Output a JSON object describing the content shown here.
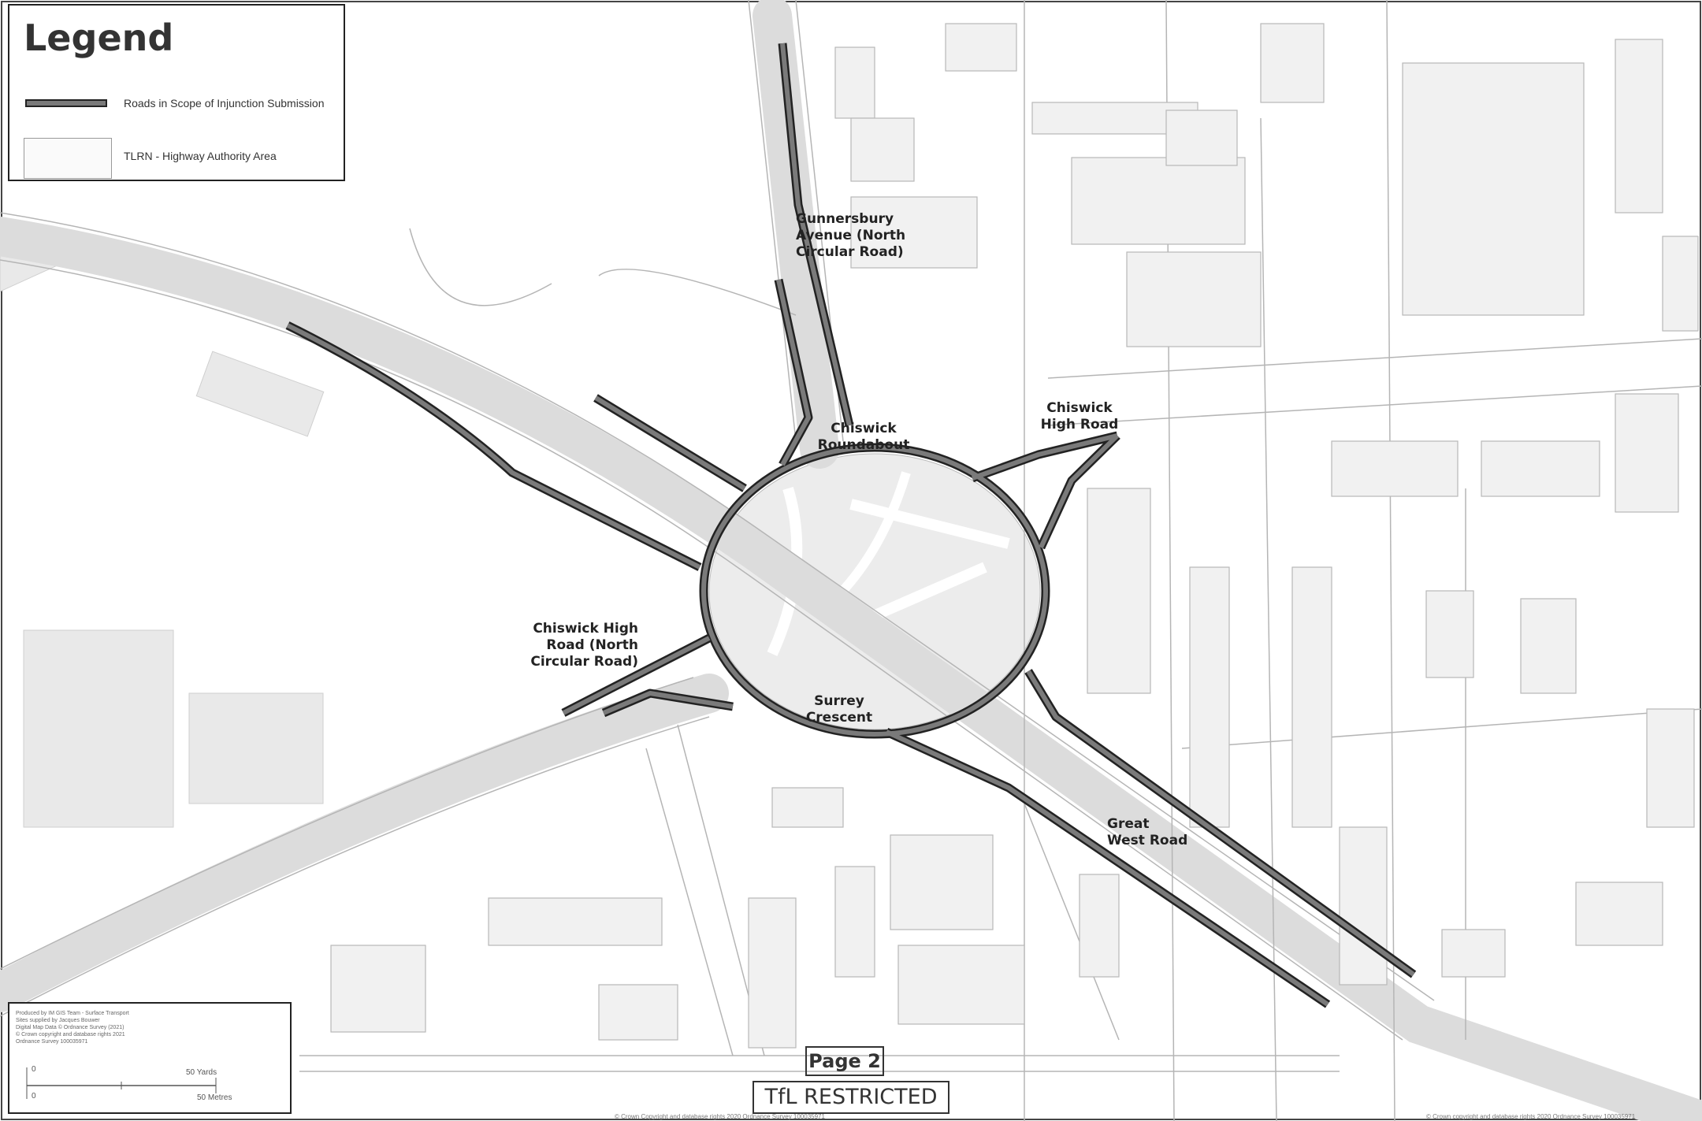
{
  "legend": {
    "title": "Legend",
    "items": [
      {
        "label": "Roads in Scope of Injunction Submission",
        "style": "road-line",
        "color": "#7a7a7a"
      },
      {
        "label": "TLRN - Highway Authority Area",
        "style": "area-box",
        "color": "#fafafa"
      }
    ]
  },
  "roads": {
    "gunnersbury": [
      "Gunnersbury",
      "Avenue (North",
      "Circular Road)"
    ],
    "chiswick_roundabout": [
      "Chiswick",
      "Roundabout"
    ],
    "chiswick_high_road_east": [
      "Chiswick",
      "High Road"
    ],
    "chiswick_high_road_west": [
      "Chiswick High",
      "Road (North",
      "Circular Road)"
    ],
    "surrey_crescent": [
      "Surrey",
      "Crescent"
    ],
    "great_west_road": [
      "Great",
      "West Road"
    ]
  },
  "credits": [
    "Produced by IM GIS Team - Surface Transport",
    "Sites supplied by Jacques Bouwer",
    "Digital Map Data © Ordnance Survey (2021)",
    "© Crown copyright and database rights 2021",
    "Ordnance Survey 100035971"
  ],
  "scale": {
    "yards": "50 Yards",
    "metres": "50 Metres",
    "zero": "0"
  },
  "page_label": "Page 2",
  "classification": "TfL RESTRICTED",
  "copyright_center": "© Crown Copyright and database rights 2020 Ordnance Survey 100035971",
  "copyright_right": "© Crown copyright and database rights 2020 Ordnance Survey 100035971",
  "colors": {
    "scope_road": "#7a7a7a",
    "outline": "#222222",
    "background": "#ffffff"
  }
}
